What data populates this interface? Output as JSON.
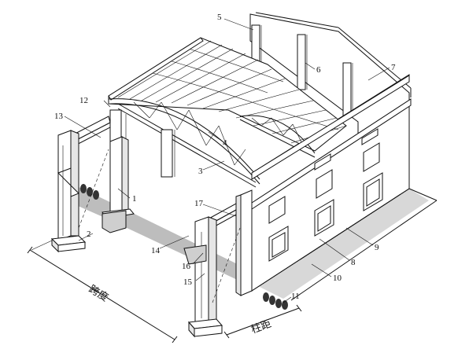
{
  "figure": {
    "callouts": [
      "1",
      "2",
      "3",
      "4",
      "5",
      "6",
      "7",
      "8",
      "9",
      "10",
      "11",
      "12",
      "13",
      "14",
      "15",
      "16",
      "17"
    ],
    "span_label": "跨度",
    "bay_label": "柱距"
  }
}
